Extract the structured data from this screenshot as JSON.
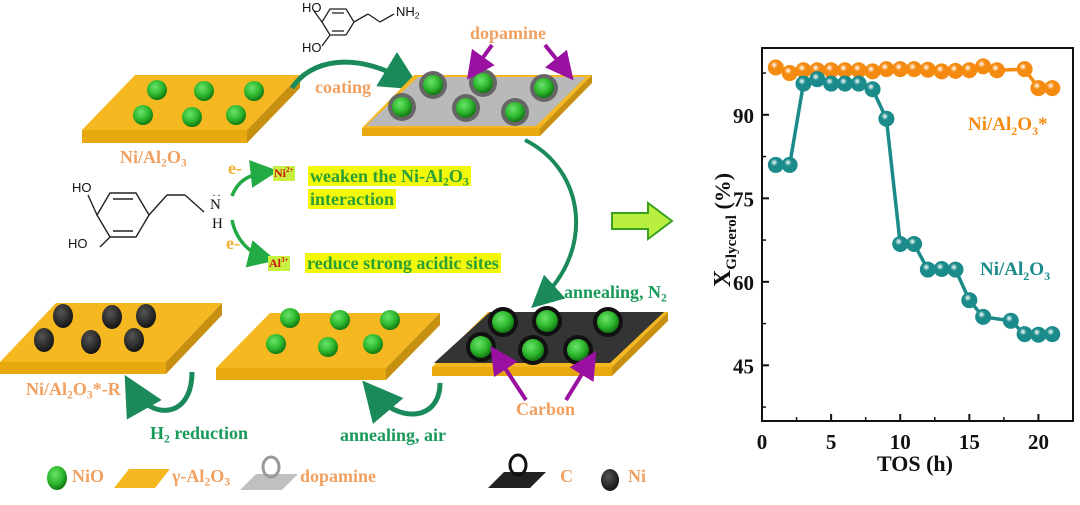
{
  "diagram": {
    "catalysts": {
      "start": "Ni/Al2O3",
      "reduced": "Ni/Al2O3*-R"
    },
    "steps": {
      "coating": "coating",
      "annealing_n2": "annealing, N2",
      "annealing_air": "annealing, air",
      "h2_reduction": "H2 reduction"
    },
    "annotations": {
      "dopamine": "dopamine",
      "carbon": "Carbon",
      "e_minus_1": "e-",
      "e_minus_2": "e-",
      "ni_ion": "Ni2+",
      "al_ion": "Al3+",
      "effect_ni_line1": "weaken the Ni-Al2O3",
      "effect_ni_line2": "interaction",
      "effect_al": "reduce strong acidic sites"
    },
    "molecule_labels": {
      "ho_top": "HO",
      "ho_bottom": "HO",
      "nh2": "NH2",
      "n": "N",
      "h": "H",
      "lone_pair": "··"
    },
    "legend": [
      {
        "symbol": "green-sphere",
        "label": "NiO"
      },
      {
        "symbol": "yellow-slab",
        "label": "γ-Al2O3"
      },
      {
        "symbol": "grey-slab-ring",
        "label": "dopamine"
      },
      {
        "symbol": "black-slab-ring",
        "label": "C"
      },
      {
        "symbol": "black-sphere",
        "label": "Ni"
      }
    ],
    "colors": {
      "support": "#f5b820",
      "nio": "#2db82d",
      "ni": "#2a2a2a",
      "dopamine_layer": "#b8b8b8",
      "carbon_layer": "#333333",
      "arrow_green": "#1a8a5a",
      "arrow_purple": "#9a10a0",
      "label_orange": "#f0a060",
      "highlight": "#f3f70a"
    }
  },
  "chart_data": {
    "type": "line",
    "title": "",
    "xlabel": "TOS (h)",
    "ylabel": "X_Glycerol (%)",
    "xlim": [
      0,
      22.5
    ],
    "ylim": [
      35,
      102
    ],
    "xticks": [
      0,
      5,
      10,
      15,
      20
    ],
    "yticks": [
      45,
      60,
      75,
      90
    ],
    "grid": false,
    "series": [
      {
        "name": "Ni/Al2O3*",
        "color": "#f58a10",
        "x": [
          1,
          2,
          3,
          4,
          5,
          6,
          7,
          8,
          9,
          10,
          11,
          12,
          13,
          14,
          15,
          16,
          17,
          19,
          20,
          21
        ],
        "y": [
          98.5,
          97.5,
          98,
          98,
          98,
          98,
          98,
          97.8,
          98.2,
          98.2,
          98.2,
          98.1,
          97.8,
          97.9,
          98,
          98.7,
          98,
          98.2,
          94.8,
          94.8
        ]
      },
      {
        "name": "Ni/Al2O3",
        "color": "#1a8a8a",
        "x": [
          1,
          2,
          3,
          4,
          5,
          6,
          7,
          8,
          9,
          10,
          11,
          12,
          13,
          14,
          15,
          16,
          18,
          19,
          20,
          21
        ],
        "y": [
          81,
          81,
          95.6,
          96.4,
          95.6,
          95.6,
          95.6,
          94.6,
          89.3,
          66.8,
          66.8,
          62.2,
          62.3,
          62.2,
          56.7,
          53.7,
          53,
          50.6,
          50.5,
          50.6
        ]
      }
    ],
    "annotations": [
      {
        "text": "Ni/Al2O3*",
        "series": "Ni/Al2O3*"
      },
      {
        "text": "Ni/Al2O3",
        "series": "Ni/Al2O3"
      }
    ]
  }
}
